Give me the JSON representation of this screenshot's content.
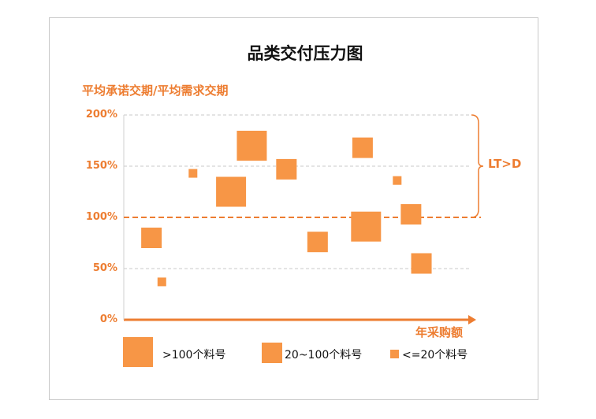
{
  "chart_data": {
    "type": "scatter",
    "title": "品类交付压力图",
    "ylabel": "平均承诺交期/平均需求交期",
    "xlabel": "年采购额",
    "y_ticks": [
      "0%",
      "50%",
      "100%",
      "150%",
      "200%"
    ],
    "ylim": [
      0,
      200
    ],
    "xlim": [
      0,
      100
    ],
    "reference_line": {
      "y": 100
    },
    "annotation": "LT>D",
    "grid": true,
    "marker_color": "#f79646",
    "accent_color": "#ed7d31",
    "categories": [
      ">100个料号",
      "20~100个料号",
      "<=20个料号"
    ],
    "points": [
      {
        "x": 8,
        "y": 80,
        "category": "20~100个料号"
      },
      {
        "x": 11,
        "y": 37,
        "category": "<=20个料号"
      },
      {
        "x": 20,
        "y": 143,
        "category": "<=20个料号"
      },
      {
        "x": 31,
        "y": 125,
        "category": ">100个料号"
      },
      {
        "x": 37,
        "y": 170,
        "category": ">100个料号"
      },
      {
        "x": 47,
        "y": 147,
        "category": "20~100个料号"
      },
      {
        "x": 56,
        "y": 76,
        "category": "20~100个料号"
      },
      {
        "x": 69,
        "y": 168,
        "category": "20~100个料号"
      },
      {
        "x": 70,
        "y": 91,
        "category": ">100个料号"
      },
      {
        "x": 79,
        "y": 136,
        "category": "<=20个料号"
      },
      {
        "x": 83,
        "y": 103,
        "category": "20~100个料号"
      },
      {
        "x": 86,
        "y": 55,
        "category": "20~100个料号"
      }
    ]
  }
}
